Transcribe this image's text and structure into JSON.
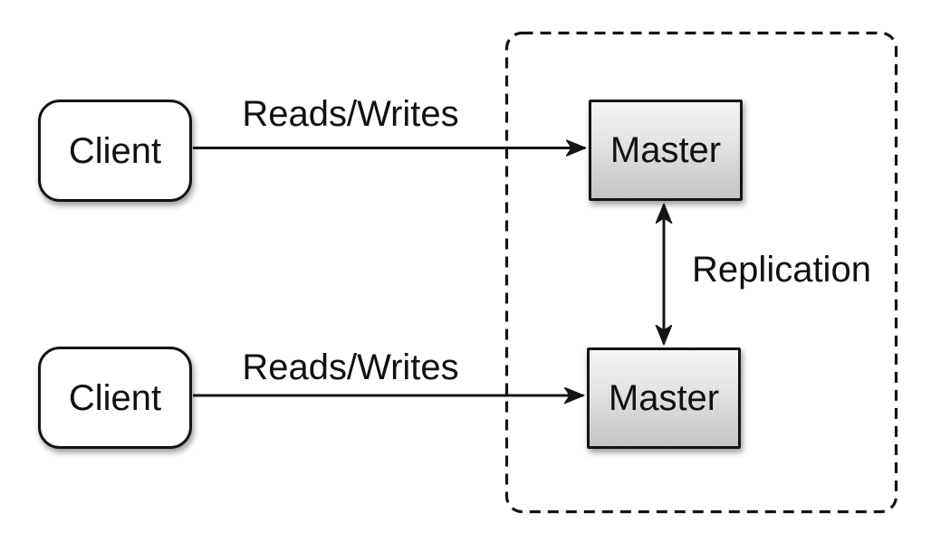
{
  "diagram": {
    "nodes": {
      "client_top": {
        "label": "Client"
      },
      "client_bottom": {
        "label": "Client"
      },
      "master_top": {
        "label": "Master"
      },
      "master_bottom": {
        "label": "Master"
      }
    },
    "edges": {
      "reads_writes_top": {
        "label": "Reads/Writes"
      },
      "reads_writes_bottom": {
        "label": "Reads/Writes"
      },
      "replication": {
        "label": "Replication"
      }
    },
    "colors": {
      "stroke": "#141414",
      "text": "#111111",
      "client_fill": "#ffffff",
      "master_fill_top": "#f4f4f4",
      "master_fill_bottom": "#c4c4c4",
      "background": "#ffffff"
    }
  }
}
